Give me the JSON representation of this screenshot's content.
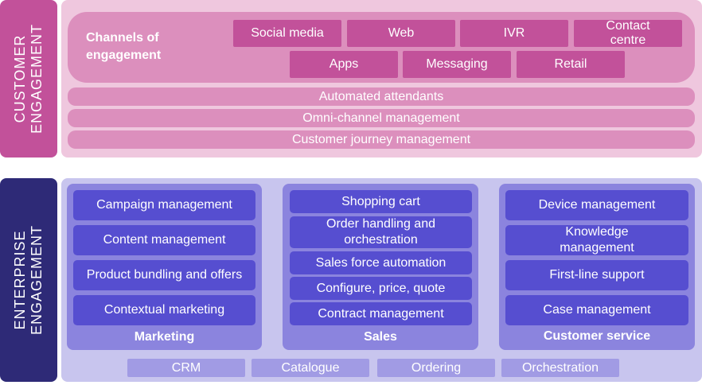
{
  "customer": {
    "label": "CUSTOMER\nENGAGEMENT",
    "channels_title": "Channels of engagement",
    "channels": [
      "Social media",
      "Web",
      "IVR",
      "Contact centre",
      "Apps",
      "Messaging",
      "Retail"
    ],
    "bars": [
      "Automated attendants",
      "Omni-channel management",
      "Customer journey management"
    ]
  },
  "enterprise": {
    "label": "ENTERPRISE\nENGAGEMENT",
    "columns": [
      {
        "title": "Marketing",
        "items": [
          "Campaign management",
          "Content management",
          "Product bundling and offers",
          "Contextual marketing"
        ]
      },
      {
        "title": "Sales",
        "items": [
          "Shopping cart",
          "Order handling and orchestration",
          "Sales force automation",
          "Configure, price, quote",
          "Contract management"
        ]
      },
      {
        "title": "Customer service",
        "items": [
          "Device management",
          "Knowledge management",
          "First-line support",
          "Case management"
        ]
      }
    ],
    "bottom": [
      "CRM",
      "Catalogue",
      "Ordering",
      "Orchestration"
    ]
  }
}
